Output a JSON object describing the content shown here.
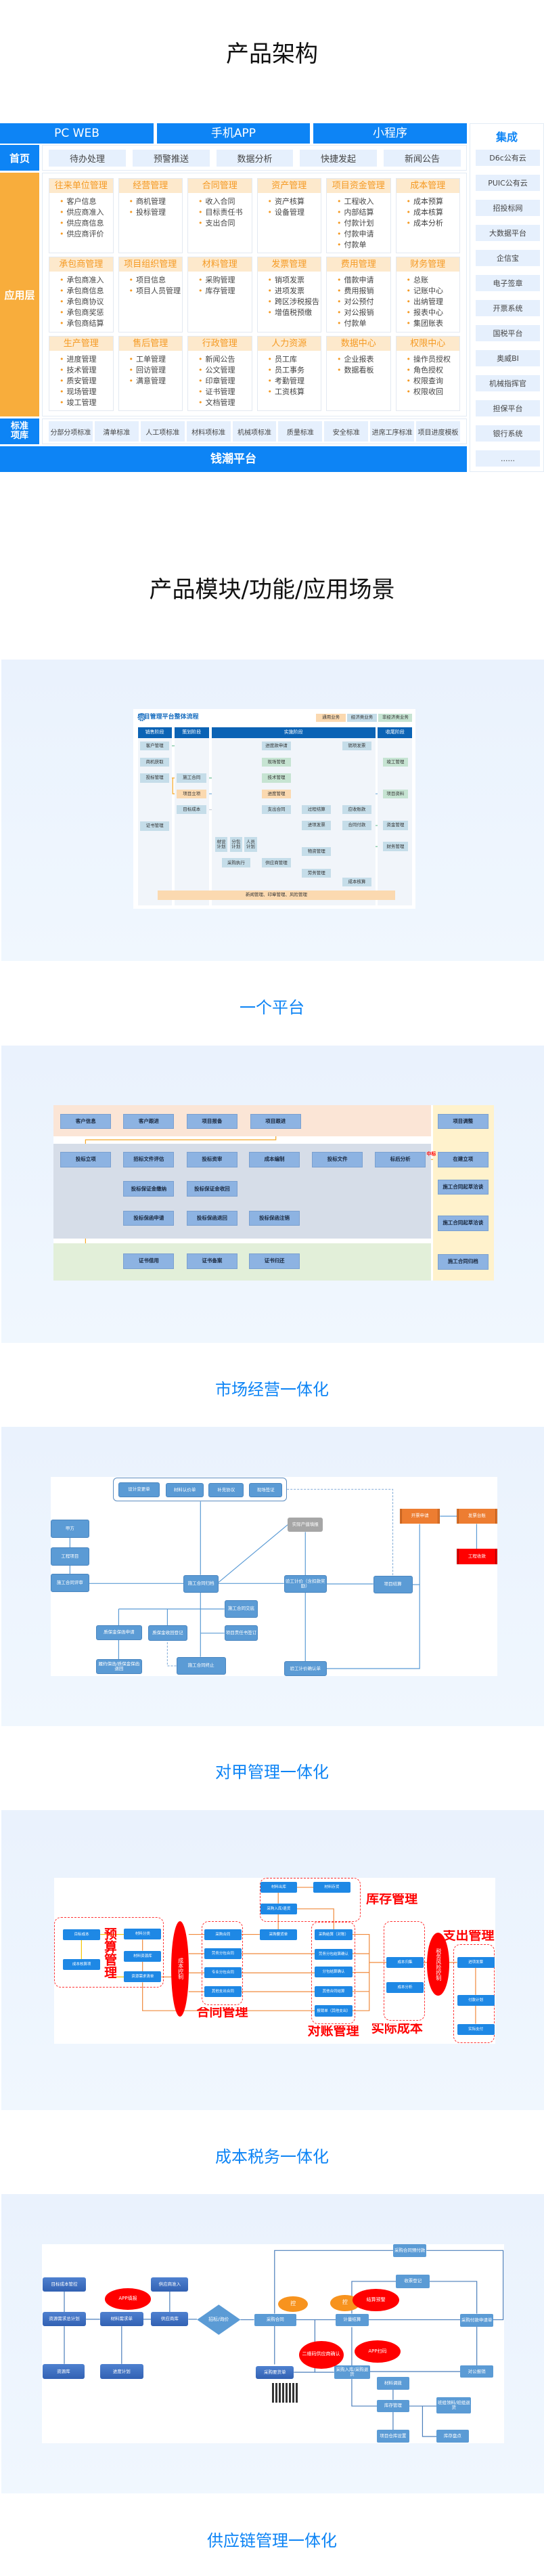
{
  "arch": {
    "title": "产品架构",
    "clients": [
      "PC WEB",
      "手机APP",
      "小程序"
    ],
    "home": {
      "label": "首页",
      "items": [
        "待办处理",
        "预警推送",
        "数据分析",
        "快捷发起",
        "新闻公告"
      ]
    },
    "app_layer_label": "应用层",
    "cards": [
      {
        "title": "往来单位管理",
        "items": [
          "客户信息",
          "供应商准入",
          "供应商信息",
          "供应商评价"
        ]
      },
      {
        "title": "经营管理",
        "items": [
          "商机管理",
          "投标管理"
        ]
      },
      {
        "title": "合同管理",
        "items": [
          "收入合同",
          "目标责任书",
          "支出合同"
        ]
      },
      {
        "title": "资产管理",
        "items": [
          "资产核算",
          "设备管理"
        ]
      },
      {
        "title": "项目资金管理",
        "items": [
          "工程收入",
          "内部结算",
          "付款计划",
          "付款申请",
          "付款单"
        ]
      },
      {
        "title": "成本管理",
        "items": [
          "成本预算",
          "成本核算",
          "成本分析"
        ]
      },
      {
        "title": "承包商管理",
        "items": [
          "承包商准入",
          "承包商信息",
          "承包商协议",
          "承包商奖惩",
          "承包商结算"
        ]
      },
      {
        "title": "项目组织管理",
        "items": [
          "项目信息",
          "项目人员管理"
        ]
      },
      {
        "title": "材料管理",
        "items": [
          "采购管理",
          "库存管理"
        ]
      },
      {
        "title": "发票管理",
        "items": [
          "销项发票",
          "进项发票",
          "跨区涉税报告",
          "增值税预缴"
        ]
      },
      {
        "title": "费用管理",
        "items": [
          "借款申请",
          "费用报销",
          "对公预付",
          "对公报销",
          "付款单"
        ]
      },
      {
        "title": "财务管理",
        "items": [
          "总账",
          "记账中心",
          "出纳管理",
          "报表中心",
          "集团账表"
        ]
      },
      {
        "title": "生产管理",
        "items": [
          "进度管理",
          "技术管理",
          "质安管理",
          "现场管理",
          "竣工管理"
        ]
      },
      {
        "title": "售后管理",
        "items": [
          "工单管理",
          "回访管理",
          "满意管理"
        ]
      },
      {
        "title": "行政管理",
        "items": [
          "新闻公告",
          "公文管理",
          "印章管理",
          "证书管理",
          "文档管理"
        ]
      },
      {
        "title": "人力资源",
        "items": [
          "员工库",
          "员工事务",
          "考勤管理",
          "工资核算"
        ]
      },
      {
        "title": "数据中心",
        "items": [
          "企业报表",
          "数据看板"
        ]
      },
      {
        "title": "权限中心",
        "items": [
          "操作员授权",
          "角色授权",
          "权限查询",
          "权限收回"
        ]
      }
    ],
    "standards": {
      "label": "标准项库",
      "items": [
        "分部分项标准",
        "清单标准",
        "人工项标准",
        "材料项标准",
        "机械项标准",
        "质量标准",
        "安全标准",
        "进席工序标准",
        "项目进度模板"
      ]
    },
    "platform": "钱潮平台",
    "integration": {
      "title": "集成",
      "items": [
        "D6c公有云",
        "PUIC公有云",
        "招投标网",
        "大数据平台",
        "企信宝",
        "电子签章",
        "开票系统",
        "国税平台",
        "奥威BI",
        "机械指挥官",
        "担保平台",
        "银行系统",
        "......"
      ]
    }
  },
  "modules_title": "产品模块/功能/应用场景",
  "captions": [
    "一个平台",
    "市场经营一体化",
    "对甲管理一体化",
    "成本税务一体化",
    "供应链管理一体化"
  ],
  "diagrams": {
    "d1": {
      "labels": [
        "项目管理平台整体流程",
        "通用业务",
        "经济类业务",
        "非经济类业务",
        "销售阶段",
        "策划阶段",
        "实施阶段",
        "收尾阶段",
        "客户管理",
        "商机获取",
        "投标管理",
        "证书管理",
        "施工合同",
        "项目立项",
        "目标成本",
        "进度款申请",
        "现场管理",
        "技术管理",
        "进度管理",
        "支出合同",
        "销项发票",
        "竣工管理",
        "项目资料",
        "应收账款",
        "过程结算",
        "进项发票",
        "合同付款",
        "资金管理",
        "财务管理",
        "材设计划",
        "分包计划",
        "人员计划",
        "采购执行",
        "供应商管理",
        "物资管理",
        "劳务管理",
        "成本核算",
        "新闻管理、印章管理、风险管理"
      ]
    },
    "d2": {
      "labels": [
        "客户信息",
        "客户跟进",
        "项目报备",
        "项目跟进",
        "投标立项",
        "招标文件评估",
        "投标资审",
        "成本编制",
        "投标文件",
        "标后分析",
        "投标保证金缴纳",
        "投标保证金收回",
        "投标保函申请",
        "投标保函退回",
        "投标保函注销",
        "证书借用",
        "证书备案",
        "证书归还",
        "项目调整",
        "在建立项",
        "施工合同起草洽谈",
        "施工合同起草洽谈",
        "施工合同归档",
        "中标"
      ]
    },
    "d3": {
      "labels": [
        "设计变更单",
        "材料认价单",
        "补充协议",
        "现场签证",
        "甲方",
        "工程项目",
        "施工合同评审",
        "施工合同归档",
        "实际产值填报",
        "验工计价（含扣款奖励）",
        "项目结算",
        "开票申请",
        "发票台账",
        "工程收款",
        "施工合同交底",
        "质保金保函申请",
        "质保金收回登记",
        "项目责任书签订",
        "履约保函/质保金保函退回",
        "施工合同终止",
        "验工计价确认单"
      ]
    },
    "d4": {
      "labels": [
        "目标成本",
        "成本核算项",
        "材料分类",
        "材料资源库",
        "资源需求清单",
        "采购合同",
        "劳务分包合同",
        "专业分包合同",
        "其他支出合同",
        "采购要货单",
        "材料出库",
        "材料存货",
        "采购入库/退货",
        "采购结算（对账）",
        "劳务分包结算确认",
        "分包结算确认",
        "其他合同结算",
        "报销单（其他支出）",
        "成本归集",
        "成本分析",
        "进项发票",
        "付款计划",
        "实际支付",
        "成本控制",
        "税务风险控制",
        "预算管理",
        "库存管理",
        "合同管理",
        "对账管理",
        "实际成本",
        "支出管理"
      ]
    },
    "d5": {
      "labels": [
        "目标成本管控",
        "资源需求总计划",
        "资源库",
        "材料需求单",
        "进度计划",
        "供应商准入",
        "供应商库",
        "招标/询价",
        "采购合同",
        "采购要货单",
        "计量结算",
        "采购合同预付款",
        "收票登记",
        "采购付款申请单",
        "对公报销",
        "采购入库/采购退货",
        "材料调拨",
        "库存管理",
        "班组领料/班组退货",
        "项目仓库设置",
        "库存盘点",
        "APP填报",
        "控",
        "控",
        "结算预警",
        "二维码供应商确认",
        "APP扫码"
      ]
    }
  },
  "colors": {
    "primary": "#0d84f5",
    "orange": "#f8ad3c",
    "card_header": "#fde9cc"
  }
}
